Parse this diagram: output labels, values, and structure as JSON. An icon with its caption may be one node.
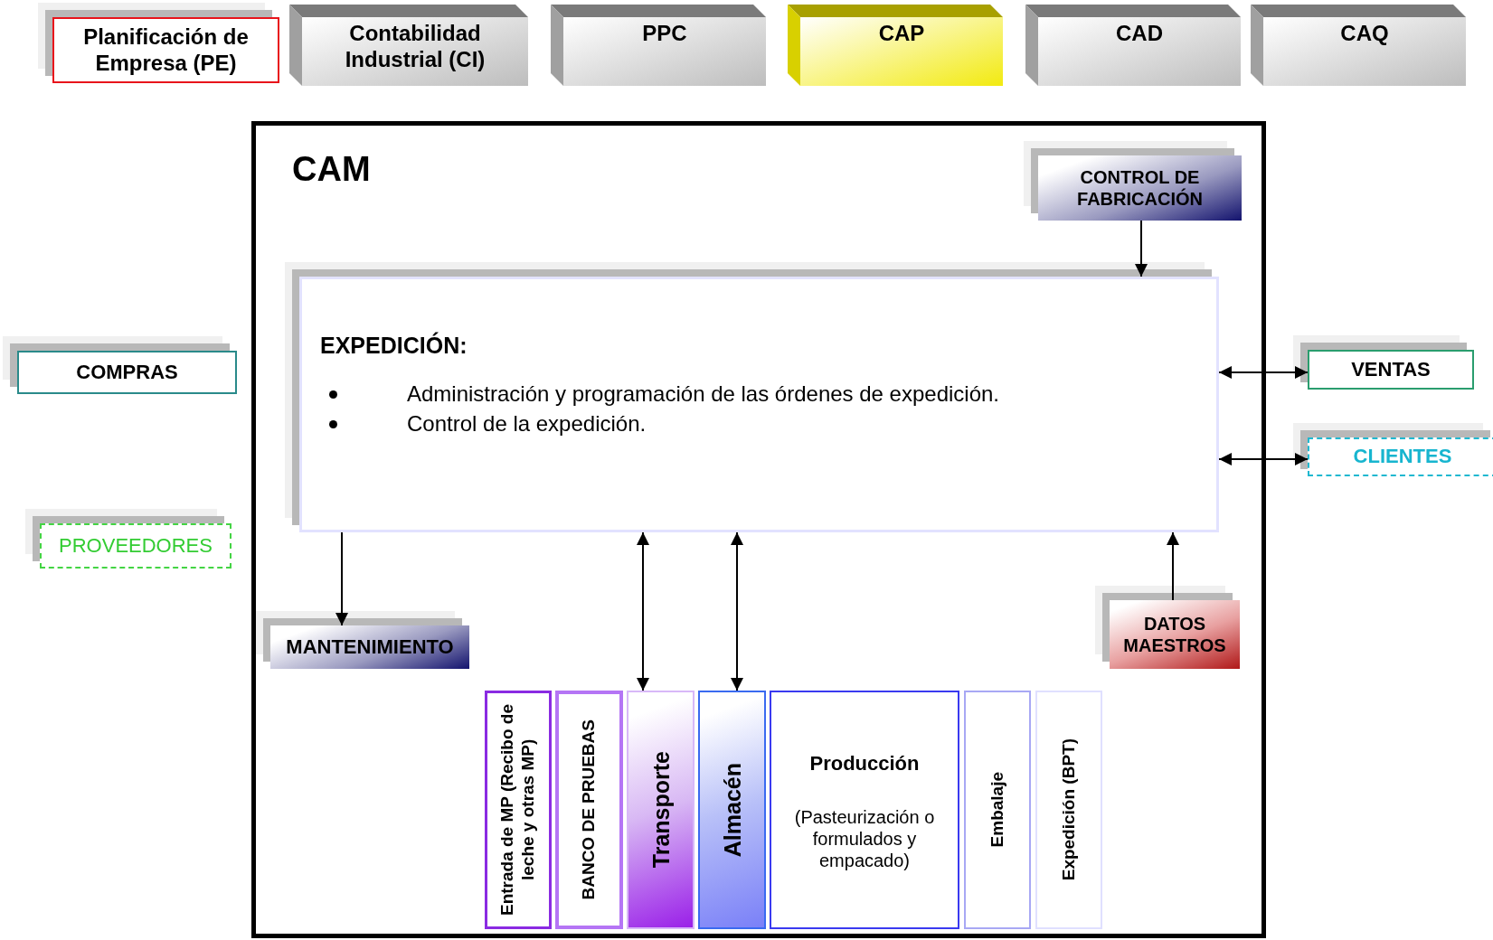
{
  "diagram": {
    "nodes": [
      {
        "text": [
          "Planificación de Empresa (PE)"
        ]
      },
      {
        "text": [
          "Contabilidad Industrial (CI)"
        ]
      },
      {
        "text": [
          "PPC"
        ]
      },
      {
        "text": [
          "CAP"
        ]
      },
      {
        "text": [
          "CAD"
        ]
      },
      {
        "text": [
          "CAQ"
        ]
      },
      {
        "text": [
          "CAM"
        ]
      },
      {
        "text": [
          "CONTROL DE FABRICACIÓN"
        ],
        "in": 6
      },
      {
        "text": [
          "EXPEDICIÓN:",
          "Administración y programación de las órdenes de expedición.",
          "Control de la expedición."
        ],
        "in": 6
      },
      {
        "text": [
          "COMPRAS"
        ]
      },
      {
        "text": [
          "PROVEEDORES"
        ]
      },
      {
        "text": [
          "VENTAS"
        ]
      },
      {
        "text": [
          "CLIENTES"
        ]
      },
      {
        "text": [
          "MANTENIMIENTO"
        ],
        "in": 6
      },
      {
        "text": [
          "DATOS MAESTROS"
        ],
        "in": 6
      },
      {
        "text": [
          "Entrada de MP (Recibo de leche y otras MP)"
        ],
        "in": 6
      },
      {
        "text": [
          "BANCO DE PRUEBAS"
        ],
        "in": 6
      },
      {
        "text": [
          "Transporte"
        ],
        "in": 6
      },
      {
        "text": [
          "Almacén"
        ],
        "in": 6
      },
      {
        "text": [
          "Producción",
          "(Pasteurización o formulados y empacado)"
        ],
        "in": 6
      },
      {
        "text": [
          "Embalaje"
        ],
        "in": 6
      },
      {
        "text": [
          "Expedición (BPT)"
        ],
        "in": 6
      }
    ],
    "edges": [
      {
        "from": 7,
        "to": 8,
        "arrow": "to"
      },
      {
        "from": 8,
        "to": 11,
        "arrow": "both"
      },
      {
        "from": 8,
        "to": 12,
        "arrow": "both"
      },
      {
        "from": 8,
        "to": 13,
        "arrow": "to"
      },
      {
        "from": 8,
        "to": 17,
        "arrow": "both"
      },
      {
        "from": 8,
        "to": 18,
        "arrow": "both"
      },
      {
        "from": 14,
        "to": 8,
        "arrow": "to"
      }
    ]
  }
}
